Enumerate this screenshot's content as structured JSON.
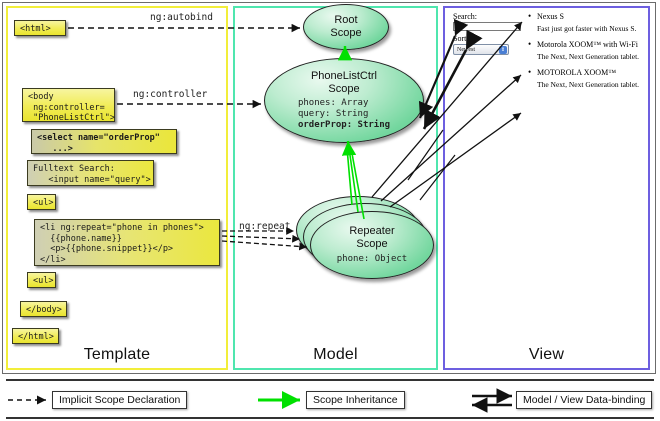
{
  "columns": {
    "template": {
      "label": "Template",
      "border_color": "#f2ee3a"
    },
    "model": {
      "label": "Model",
      "border_color": "#4fe6ae"
    },
    "view": {
      "label": "View",
      "border_color": "#6d5fe0"
    }
  },
  "template_boxes": [
    {
      "name": "html-open-tag",
      "text": "<html>"
    },
    {
      "name": "body-tag",
      "text": "<body\n ng:controller=\n \"PhoneListCtrl\">"
    },
    {
      "name": "select-tag",
      "text": "<select name=\"orderProp\"\n   ...>"
    },
    {
      "name": "fulltext-search",
      "text": "Fulltext Search:\n   <input name=\"query\">"
    },
    {
      "name": "ul-open-tag",
      "text": "<ul>"
    },
    {
      "name": "li-repeat",
      "text": "<li ng:repeat=\"phone in phones\">\n  {{phone.name}}\n  <p>{{phone.snippet}}</p>\n</li>"
    },
    {
      "name": "ul-close-tag",
      "text": "<ul>"
    },
    {
      "name": "body-close-tag",
      "text": "</body>"
    },
    {
      "name": "html-close-tag",
      "text": "</html>"
    }
  ],
  "scopes": [
    {
      "name": "root-scope",
      "title": "Root\nScope",
      "props": []
    },
    {
      "name": "phonelistctrl-scope",
      "title": "PhoneListCtrl\nScope",
      "props": [
        {
          "text": "phones: Array",
          "bold": false
        },
        {
          "text": "query: String",
          "bold": false
        },
        {
          "text": "orderProp: String",
          "bold": true
        }
      ]
    },
    {
      "name": "repeater-scope",
      "title": "Repeater\nScope",
      "props": [
        {
          "text": "phone: Object",
          "bold": false
        }
      ]
    }
  ],
  "edge_labels": [
    {
      "name": "ng-autobind-label",
      "text": "ng:autobind"
    },
    {
      "name": "ng-controller-label",
      "text": "ng:controller"
    },
    {
      "name": "ng-repeat-label",
      "text": "ng:repeat"
    }
  ],
  "view": {
    "search_label": "Search:",
    "search_value": "",
    "sort_label": "Sort by:",
    "sort_selected": "Newest",
    "phones": [
      {
        "name": "Nexus S",
        "snippet": "Fast just got faster with Nexus S."
      },
      {
        "name": "Motorola XOOM™ with Wi-Fi",
        "snippet": "The Next, Next Generation tablet."
      },
      {
        "name": "MOTOROLA XOOM™",
        "snippet": "The Next, Next Generation tablet."
      }
    ]
  },
  "legend": [
    {
      "name": "legend-implicit-scope-declaration",
      "text": "Implicit Scope Declaration",
      "style": "dashed-black"
    },
    {
      "name": "legend-scope-inheritance",
      "text": "Scope Inheritance",
      "style": "solid-green"
    },
    {
      "name": "legend-data-binding",
      "text": "Model / View Data-binding",
      "style": "double-black"
    }
  ],
  "colors": {
    "inheritance_arrow": "#00e000",
    "binding_arrow": "#111111",
    "scope_fill": "#74d79f",
    "code_box_fill": "#ebe73e"
  }
}
